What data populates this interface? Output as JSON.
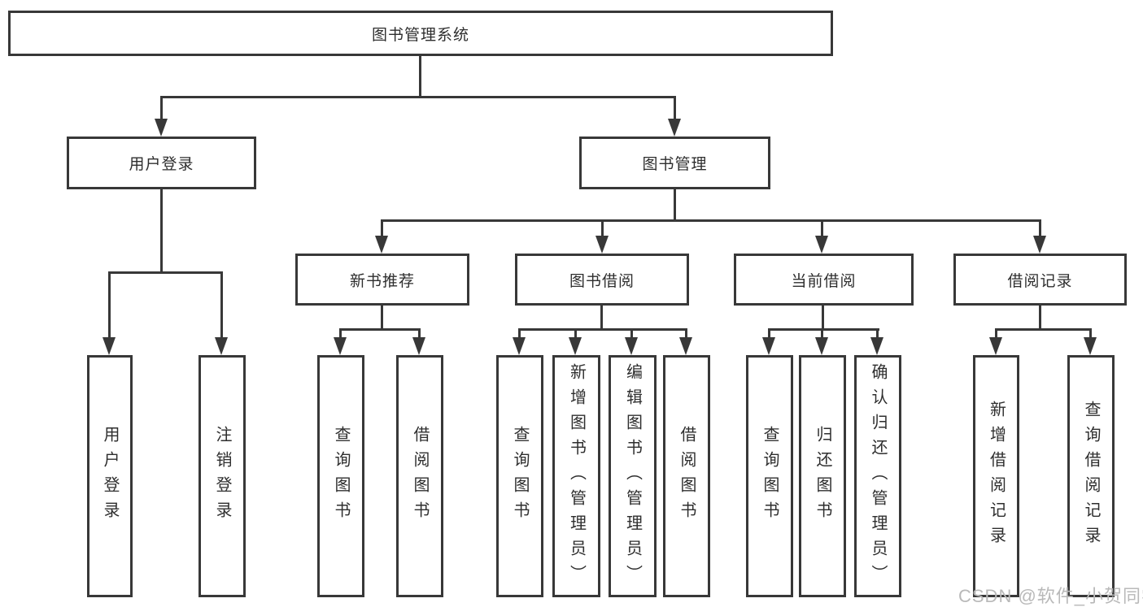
{
  "nodes": {
    "root": "图书管理系统",
    "user_login": "用户登录",
    "book_mgmt": "图书管理",
    "new_rec": "新书推荐",
    "borrow": "图书借阅",
    "current": "当前借阅",
    "records": "借阅记录",
    "leaves": {
      "user_login": "用户登录",
      "logout": "注销登录",
      "query_books_rec": "查询图书",
      "borrow_books_rec": "借阅图书",
      "query_books_borrow": "查询图书",
      "add_book_admin": "新增图书（管理员）",
      "edit_book_admin": "编辑图书（管理员）",
      "borrow_books": "借阅图书",
      "query_books_current": "查询图书",
      "return_books": "归还图书",
      "confirm_return_admin": "确认归还（管理员）",
      "add_borrow_record": "新增借阅记录",
      "query_borrow_record": "查询借阅记录"
    }
  },
  "watermark": "CSDN @软件_小贺同学",
  "colors": {
    "line": "#383838",
    "box_border": "#383838",
    "text": "#2e2e2e",
    "watermark": "#b9b9b9",
    "background": "#ffffff"
  }
}
